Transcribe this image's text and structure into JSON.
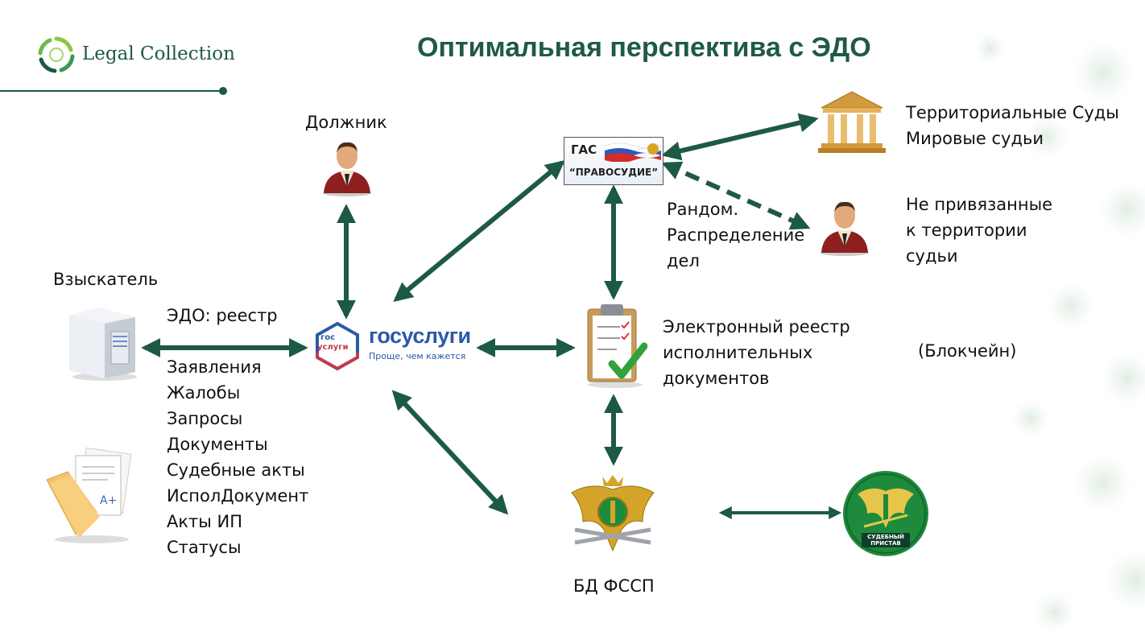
{
  "brand": {
    "name": "Legal Collection"
  },
  "title": "Оптимальная перспектива с ЭДО",
  "nodes": {
    "debtor": "Должник",
    "claimant": "Взыскатель",
    "gas_top": "ГАС",
    "gas_bottom": "“ПРАВОСУДИЕ”",
    "gosuslugi_badge_1": "гос",
    "gosuslugi_badge_2": "услуги",
    "gosuslugi_word": "госуслуги",
    "gosuslugi_slogan": "Проще, чем кажется",
    "courts_line1": "Территориальные Суды",
    "courts_line2": "Мировые судьи",
    "judges_line1": "Не привязанные",
    "judges_line2": "к территории",
    "judges_line3": "судьи",
    "random_line1": "Рандом.",
    "random_line2": "Распределение",
    "random_line3": "дел",
    "registry_line1": "Электронный реестр",
    "registry_line2": "исполнительных",
    "registry_line3": "документов",
    "blockchain": "(Блокчейн)",
    "fssp": "БД ФССП",
    "bailiff_line1": "СУДЕБНЫЙ",
    "bailiff_line2": "ПРИСТАВ"
  },
  "edo_label": "ЭДО: реестр",
  "document_types": [
    "Заявления",
    "Жалобы",
    "Запросы",
    "Документы",
    "Судебные акты",
    "ИсполДокумент",
    "Акты ИП",
    "Статусы"
  ],
  "colors": {
    "arrow": "#1d5a45",
    "title": "#1f5a47",
    "brand": "#1d5a45",
    "gosuslugi_blue": "#2a5aa6",
    "gosuslugi_red": "#c43a4b",
    "bailiff_green": "#1e8a3c"
  }
}
